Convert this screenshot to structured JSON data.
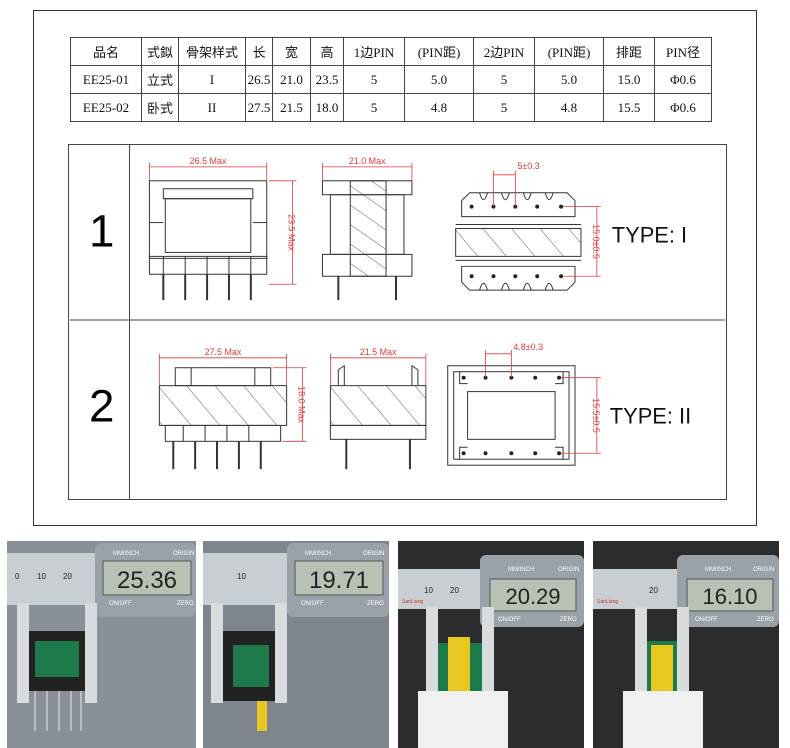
{
  "spec_table": {
    "headers": [
      "品名",
      "式鉯",
      "骨架样式",
      "长",
      "宽",
      "高",
      "1边PIN",
      "(PIN距)",
      "2边PIN",
      "(PIN距)",
      "排距",
      "PIN径"
    ],
    "rows": [
      [
        "EE25-01",
        "立式",
        "I",
        "26.5",
        "21.0",
        "23.5",
        "5",
        "5.0",
        "5",
        "5.0",
        "15.0",
        "Φ0.6"
      ],
      [
        "EE25-02",
        "卧式",
        "II",
        "27.5",
        "21.5",
        "18.0",
        "5",
        "4.8",
        "5",
        "4.8",
        "15.5",
        "Φ0.6"
      ]
    ]
  },
  "drawings": {
    "row1": {
      "number": "1",
      "dim_length": "26.5 Max",
      "dim_height": "23.5 Max",
      "dim_width": "21.0 Max",
      "dim_pin_pitch": "5±0.3",
      "dim_row_pitch": "15.0±0.5",
      "type_label": "TYPE: I"
    },
    "row2": {
      "number": "2",
      "dim_length": "27.5 Max",
      "dim_height": "18.0 Max",
      "dim_width": "21.5 Max",
      "dim_pin_pitch": "4.8±0.3",
      "dim_row_pitch": "15.5±0.5",
      "type_label": "TYPE: II"
    }
  },
  "photos": [
    {
      "reading": "25.36",
      "unit_label": "MM/INCH",
      "origin_label": "ORIGIN",
      "onoff_label": "ON/OFF",
      "zero_label": "ZERO",
      "scale": [
        "0",
        "10",
        "20"
      ]
    },
    {
      "reading": "19.71",
      "unit_label": "MM/INCH",
      "origin_label": "ORIGIN",
      "onoff_label": "ON/OFF",
      "zero_label": "ZERO",
      "scale": [
        "10"
      ]
    },
    {
      "reading": "20.29",
      "unit_label": "MM/INCH",
      "origin_label": "ORIGIN",
      "onoff_label": "ON/OFF",
      "zero_label": "ZERO",
      "scale": [
        "10",
        "20"
      ],
      "brand": "SanLiang"
    },
    {
      "reading": "16.10",
      "unit_label": "MM/INCH",
      "origin_label": "ORIGIN",
      "onoff_label": "ON/OFF",
      "zero_label": "ZERO",
      "scale": [
        "20"
      ],
      "brand": "SanLiang"
    }
  ],
  "colors": {
    "dimension_red": "#e03a3a",
    "drawing_line": "#333333",
    "coil_green": "#1e7a4a",
    "coil_yellow": "#e8c820",
    "lcd_bg": "#b9c0b4"
  }
}
